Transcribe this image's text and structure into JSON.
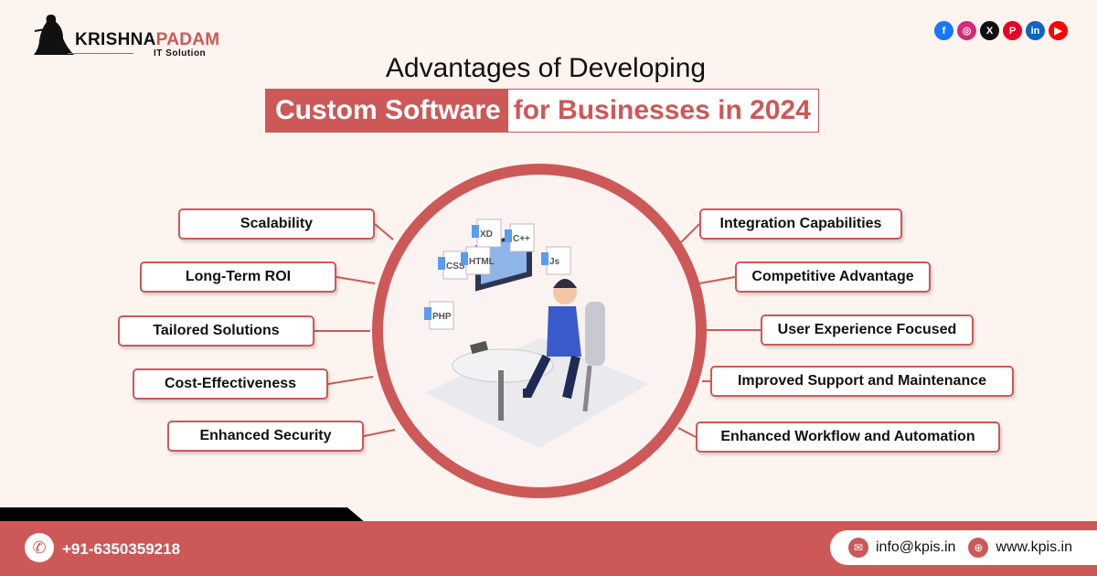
{
  "brand": {
    "name_a": "KRISHNA",
    "name_b": "PADAM",
    "sub": "IT Solution"
  },
  "socials": [
    {
      "icon": "facebook-icon",
      "g": "f",
      "c": "#1877f2"
    },
    {
      "icon": "instagram-icon",
      "g": "◎",
      "c": "#d62976"
    },
    {
      "icon": "x-icon",
      "g": "X",
      "c": "#111111"
    },
    {
      "icon": "pinterest-icon",
      "g": "P",
      "c": "#e60023"
    },
    {
      "icon": "linkedin-icon",
      "g": "in",
      "c": "#0a66c2"
    },
    {
      "icon": "youtube-icon",
      "g": "▶",
      "c": "#ff0000"
    }
  ],
  "title": {
    "line1": "Advantages of Developing",
    "highlight": "Custom Software",
    "rest": "for Businesses in 2024"
  },
  "left": [
    "Scalability",
    "Long-Term ROI",
    "Tailored Solutions",
    "Cost-Effectiveness",
    "Enhanced Security"
  ],
  "right": [
    "Integration Capabilities",
    "Competitive Advantage",
    "User Experience Focused",
    "Improved Support and Maintenance",
    "Enhanced Workflow and Automation"
  ],
  "tech": [
    "CSS",
    "XD",
    "C++",
    "HTML",
    "Js",
    "PHP"
  ],
  "footer": {
    "phone": "+91-6350359218",
    "email": "info@kpis.in",
    "web": "www.kpis.in"
  },
  "colors": {
    "accent": "#cd5858",
    "bg": "#fdf4ef"
  }
}
